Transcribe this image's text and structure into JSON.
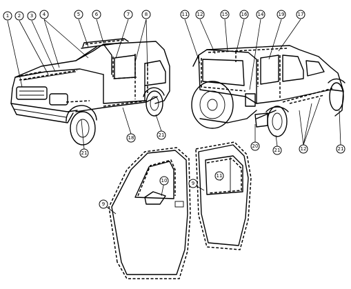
{
  "diagram": {
    "callouts_front_vehicle": [
      "1",
      "2",
      "3",
      "4",
      "5",
      "6",
      "7",
      "8",
      "18",
      "21",
      "21"
    ],
    "callouts_rear_vehicle": [
      "11",
      "12",
      "15",
      "16",
      "14",
      "19",
      "17",
      "20",
      "21",
      "12",
      "21"
    ],
    "callouts_doors": [
      "10",
      "11",
      "9",
      "9"
    ]
  }
}
